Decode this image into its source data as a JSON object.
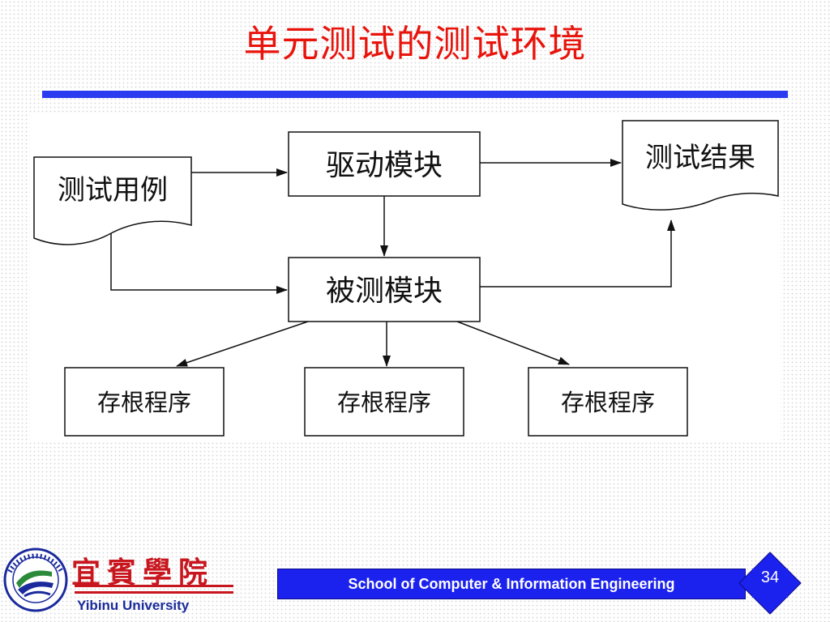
{
  "title": "单元测试的测试环境",
  "diagram": {
    "test_case": "测试用例",
    "driver": "驱动模块",
    "result": "测试结果",
    "module_under_test": "被测模块",
    "stubs": [
      "存根程序",
      "存根程序",
      "存根程序"
    ]
  },
  "footer": {
    "university_cn": "宜賓學院",
    "university_en": "Yibinu University",
    "school": "School of Computer & Information Engineering",
    "page_number": "34"
  },
  "colors": {
    "title": "#e8140c",
    "rule": "#2b3cf0",
    "footer_bar": "#1c22ee",
    "logo_red": "#c8161e",
    "logo_blue": "#1a2a9c"
  }
}
